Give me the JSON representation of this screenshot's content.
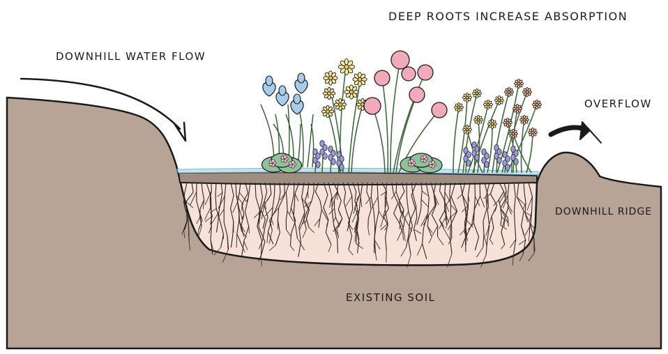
{
  "labels": {
    "top": "DEEP ROOTS INCREASE ABSORPTION",
    "downhill_water_flow": "DOWNHILL WATER FLOW",
    "overflow": "OVERFLOW",
    "downhill_ridge": "DOWNHILL RIDGE",
    "existing_soil": "EXISTING SOIL"
  },
  "colors": {
    "soil": "#b8a397",
    "topsoil": "#a08d81",
    "root_zone": "#f6e2d8",
    "water": "#bfe3ef",
    "outline": "#1a1a1a",
    "iris": "#a8cdea",
    "yellow_flower": "#f6ea9e",
    "pink_flower": "#f2a9ba",
    "lavender": "#9a9ad8",
    "leaf_green": "#8fc29a",
    "stem_green": "#3f6a3f",
    "small_pink": "#f6b6cc"
  }
}
